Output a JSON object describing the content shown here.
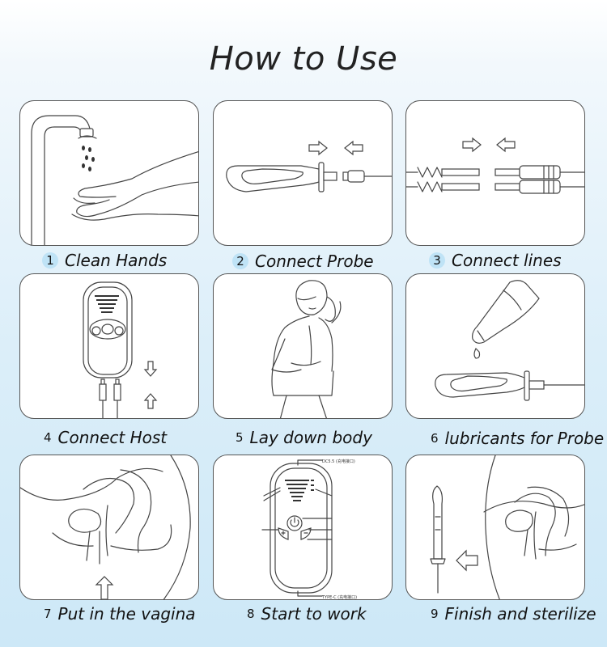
{
  "title": "How to Use",
  "steps": [
    {
      "num": "1",
      "label": "Clean Hands"
    },
    {
      "num": "2",
      "label": "Connect Probe"
    },
    {
      "num": "3",
      "label": "Connect lines"
    },
    {
      "num": "4",
      "label": "Connect Host"
    },
    {
      "num": "5",
      "label": "Lay down body"
    },
    {
      "num": "6",
      "label": "lubricants for Probe"
    },
    {
      "num": "7",
      "label": "Put in the vagina"
    },
    {
      "num": "8",
      "label": "Start to work"
    },
    {
      "num": "9",
      "label": "Finish and sterilize"
    }
  ],
  "device_labels": {
    "top": "DC5.5 (充电接口)",
    "bottom": "TYPE-C (充电接口)"
  },
  "colors": {
    "number_badge": "#bfe3f6",
    "outline": "#444444"
  }
}
